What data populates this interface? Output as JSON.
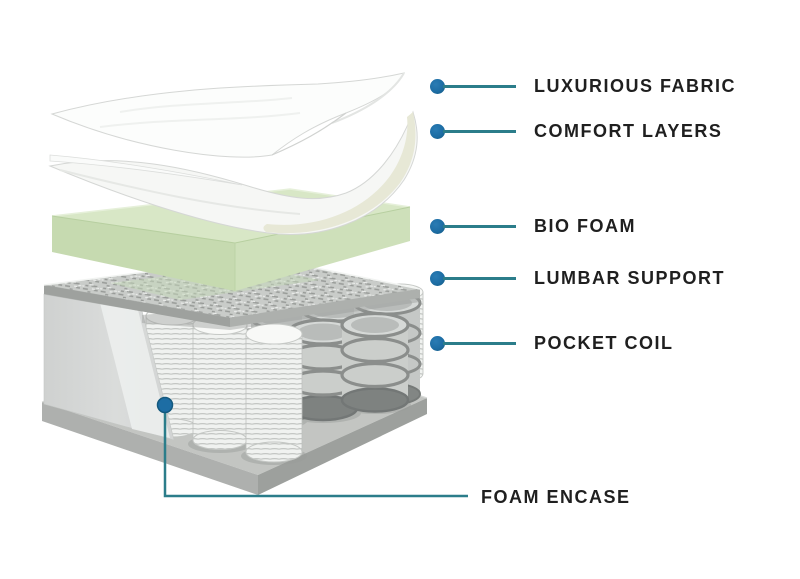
{
  "diagram": {
    "subject": "mattress-cross-section-exploded-view",
    "layers_depicted": [
      "fabric sheet",
      "comfort sheet",
      "green foam block",
      "speckled support board",
      "spring coils with foam frame",
      "foundation slab"
    ]
  },
  "labels": [
    {
      "id": "luxurious-fabric",
      "text": "LUXURIOUS FABRIC"
    },
    {
      "id": "comfort-layers",
      "text": "COMFORT LAYERS"
    },
    {
      "id": "bio-foam",
      "text": "BIO FOAM"
    },
    {
      "id": "lumbar-support",
      "text": "LUMBAR SUPPORT"
    },
    {
      "id": "pocket-coil",
      "text": "POCKET COIL"
    },
    {
      "id": "foam-encase",
      "text": "FOAM ENCASE"
    }
  ],
  "icons": {
    "marker": "bullet-dot-icon"
  },
  "colors": {
    "marker_blue": "#1d6da4",
    "leader_teal": "#2b7d8a",
    "label_text": "#1f1f1f",
    "fabric_white": "#fbfcfb",
    "comfort_cream": "#e7e8d6",
    "bio_foam_green_top": "#d8e7c6",
    "bio_foam_green_front": "#c6dab0",
    "board_gray": "#c9ccc9",
    "coil_gray": "#8b8e8c",
    "pocket_white": "#f0f2f0",
    "base_gray": "#c3c5c2"
  }
}
